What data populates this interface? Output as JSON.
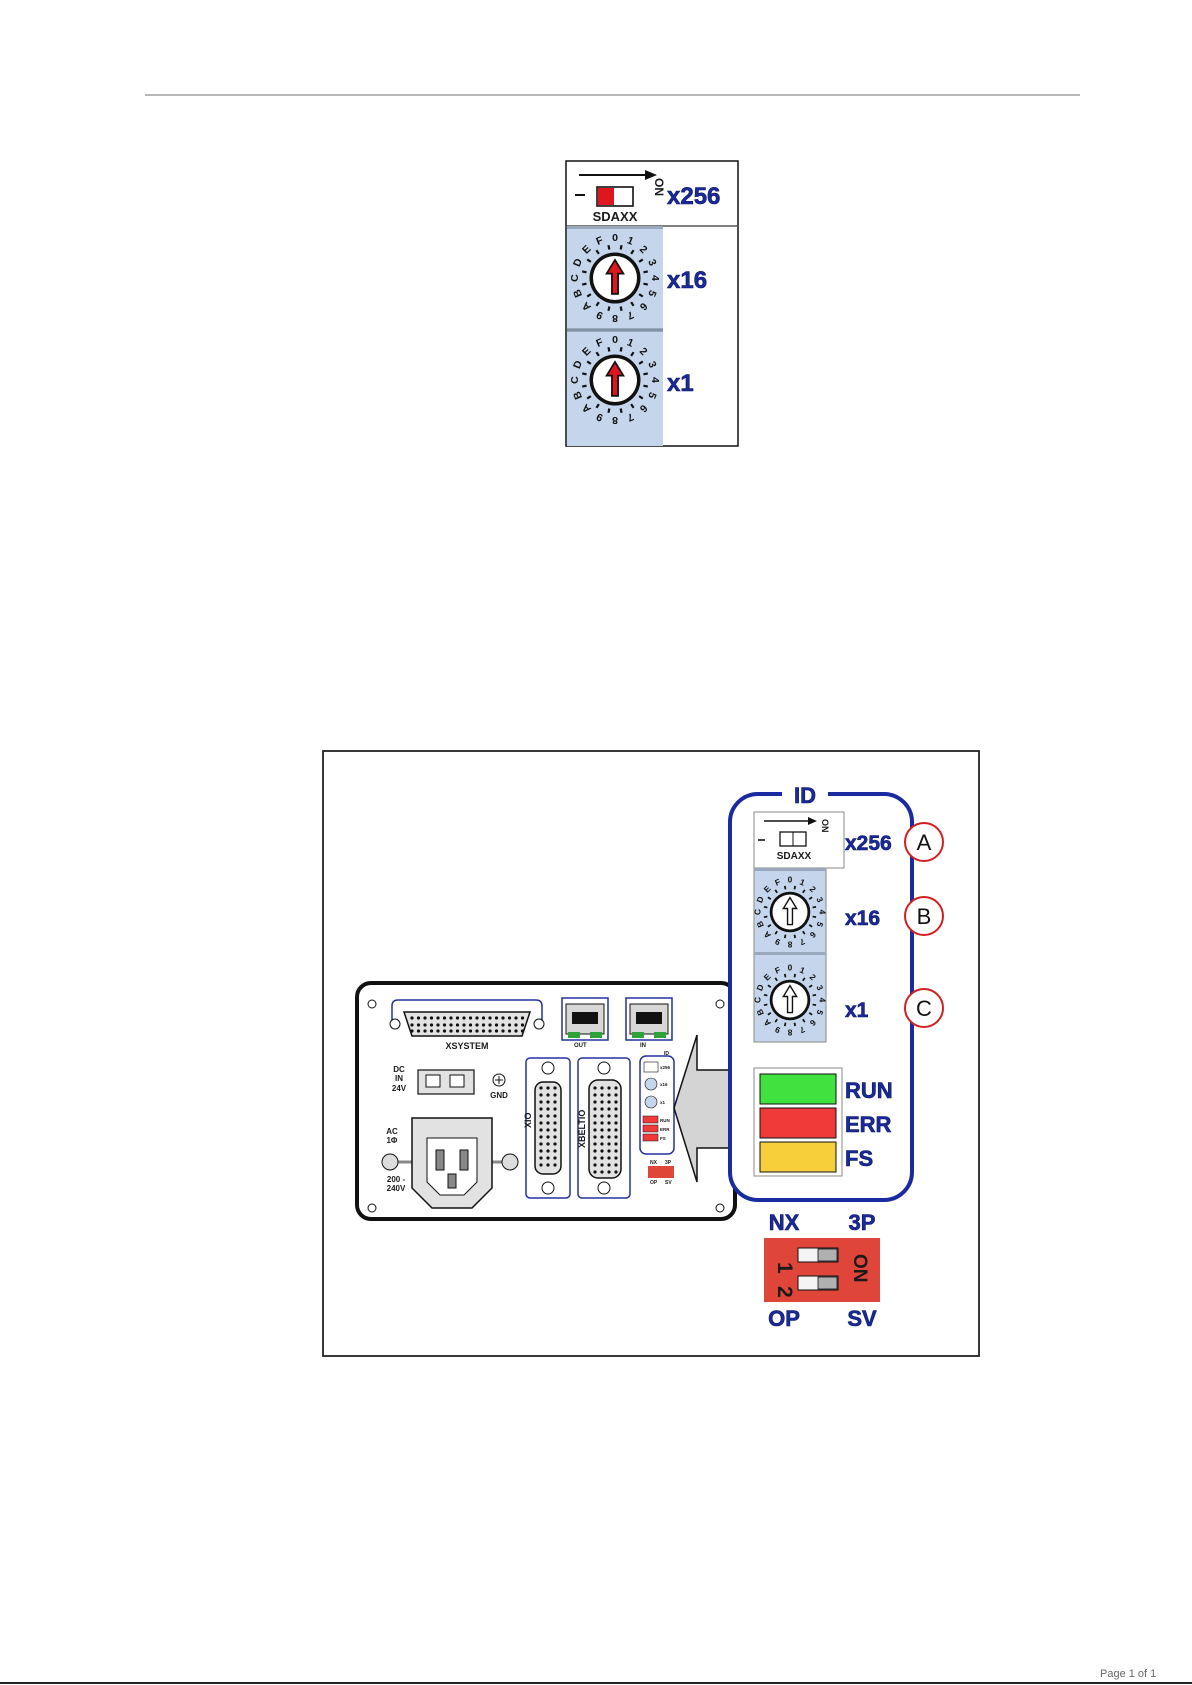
{
  "figure1": {
    "switch_top_label": "ON",
    "switch_model": "SDAXX",
    "labels": [
      "x256",
      "x16",
      "x1"
    ],
    "dial_chars": [
      "0",
      "1",
      "2",
      "3",
      "4",
      "5",
      "6",
      "7",
      "8",
      "9",
      "A",
      "B",
      "C",
      "D",
      "E",
      "F"
    ],
    "dial_pointer_color": "#e0161e",
    "switch_state_color": "#e0161e"
  },
  "figure2": {
    "panel_title": "ID",
    "switch_top_label": "ON",
    "switch_model": "SDAXX",
    "multipliers": [
      "x256",
      "x16",
      "x1"
    ],
    "callouts": [
      "A",
      "B",
      "C"
    ],
    "leds": [
      {
        "label": "RUN",
        "color": "#3fe23f"
      },
      {
        "label": "ERR",
        "color": "#f03a3a"
      },
      {
        "label": "FS",
        "color": "#f5d03a"
      }
    ],
    "dip": {
      "top_left": "NX",
      "top_right": "3P",
      "bottom_left": "OP",
      "bottom_right": "SV",
      "row_numbers": [
        "1",
        "2"
      ],
      "on_label": "ON",
      "color": "#e0453a"
    },
    "device": {
      "xsystem": "XSYSTEM",
      "out": "OUT",
      "in": "IN",
      "dc_in": [
        "DC",
        "IN",
        "24V"
      ],
      "gnd": "GND",
      "ac": [
        "AC",
        "1Φ"
      ],
      "voltage": [
        "200 -",
        "240V"
      ],
      "xio": "XIO",
      "xbeltio": "XBELTIO",
      "mini_labels": [
        "ID",
        "x256",
        "x16",
        "x1",
        "RUN",
        "ERR",
        "FS",
        "NX",
        "3P",
        "OP",
        "SV"
      ]
    }
  },
  "footer": {
    "text": "Page 1 of 1"
  }
}
